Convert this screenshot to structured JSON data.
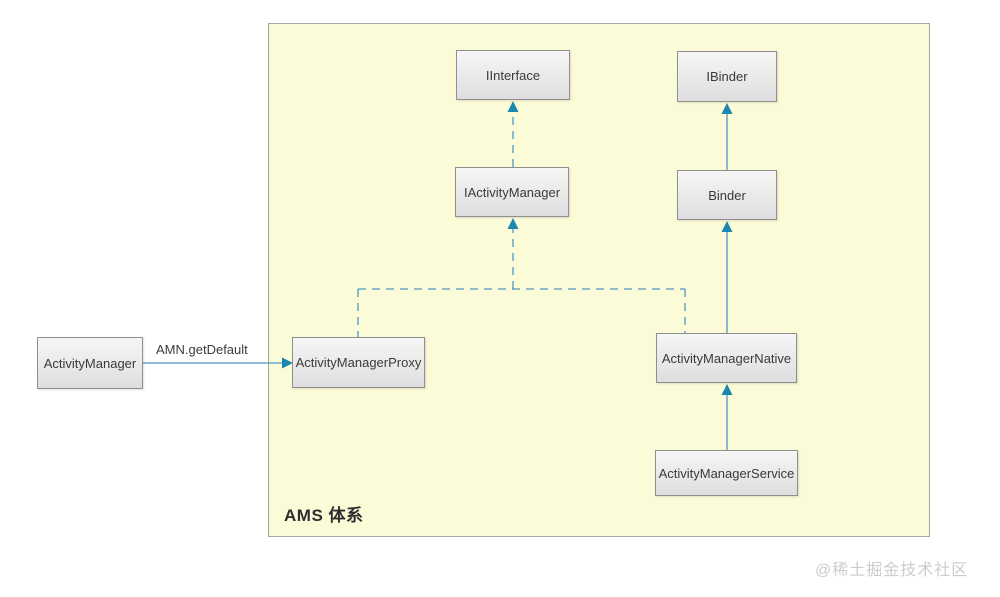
{
  "diagram": {
    "container_label": "AMS 体系",
    "watermark": "@稀土掘金技术社区",
    "nodes": {
      "activity_manager": {
        "label": "ActivityManager"
      },
      "activity_manager_proxy": {
        "label": "ActivityManagerProxy"
      },
      "activity_manager_native": {
        "label": "ActivityManagerNative"
      },
      "activity_manager_service": {
        "label": "ActivityManagerService"
      },
      "iinterface": {
        "label": "IInterface"
      },
      "iactivity_manager": {
        "label": "IActivityManager"
      },
      "ibinder": {
        "label": "IBinder"
      },
      "binder": {
        "label": "Binder"
      }
    },
    "edges": [
      {
        "from": "ActivityManager",
        "to": "ActivityManagerProxy",
        "style": "solid",
        "label": "AMN.getDefault"
      },
      {
        "from": "IActivityManager",
        "to": "IInterface",
        "style": "dashed",
        "label": ""
      },
      {
        "from": "Binder",
        "to": "IBinder",
        "style": "solid",
        "label": ""
      },
      {
        "from": "ActivityManagerProxy",
        "to": "IActivityManager",
        "style": "dashed",
        "label": ""
      },
      {
        "from": "ActivityManagerNative",
        "to": "IActivityManager",
        "style": "dashed",
        "label": ""
      },
      {
        "from": "ActivityManagerNative",
        "to": "Binder",
        "style": "solid",
        "label": ""
      },
      {
        "from": "ActivityManagerService",
        "to": "ActivityManagerNative",
        "style": "solid",
        "label": ""
      }
    ],
    "colors": {
      "container_fill": "#fbfbd8",
      "container_border": "#a6a6a6",
      "node_fill_top": "#f6f6f6",
      "node_fill_bottom": "#dedee0",
      "node_border": "#8f8f8f",
      "line": "#4f97c8",
      "arrowhead": "#1b86ae",
      "watermark_text": "#cccccc"
    }
  }
}
